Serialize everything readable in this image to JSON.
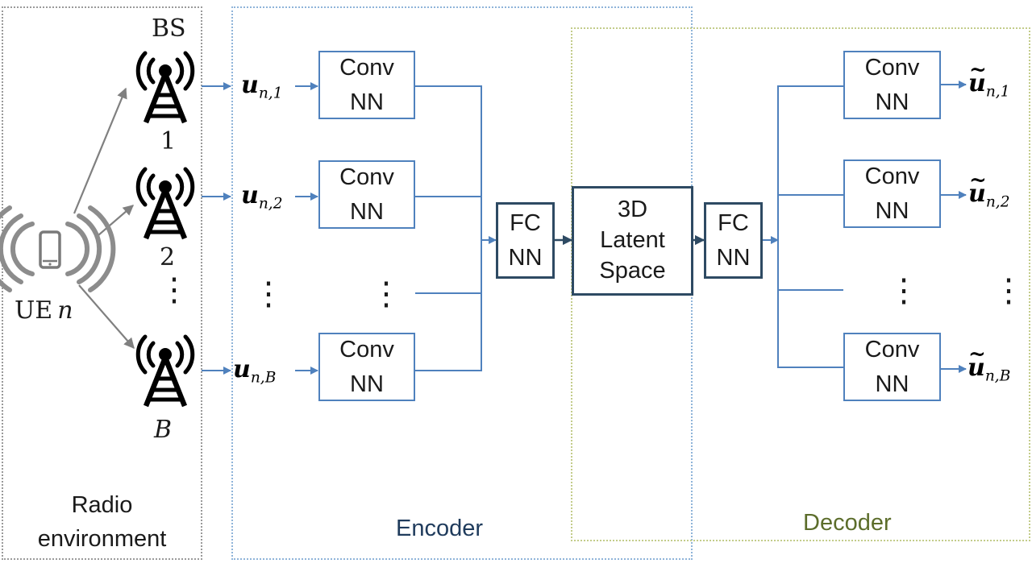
{
  "colors": {
    "line": "#4f81bd",
    "dark_border": "#2e4a63",
    "encoder_region": "#8fb4d9",
    "decoder_region": "#c3cc8a",
    "radio_region": "#9a9a9a",
    "encoder_label": "#1f3b5c",
    "decoder_label": "#5c6d2b",
    "ue_arrow": "#808080"
  },
  "radio": {
    "bs_label": "BS",
    "ue_label": "UE",
    "ue_index": "n",
    "stations": [
      "1",
      "2",
      "B"
    ],
    "dots": "⋮",
    "region_label_line1": "Radio",
    "region_label_line2": "environment"
  },
  "encoder": {
    "label": "Encoder",
    "conv_line1": "Conv",
    "conv_line2": "NN",
    "fc_line1": "FC",
    "fc_line2": "NN",
    "inputs": [
      {
        "base": "u",
        "sub": "n,1"
      },
      {
        "base": "u",
        "sub": "n,2"
      },
      {
        "base": "u",
        "sub": "n,B"
      }
    ],
    "dots": "⋮"
  },
  "latent": {
    "line1": "3D",
    "line2": "Latent",
    "line3": "Space"
  },
  "decoder": {
    "label": "Decoder",
    "conv_line1": "Conv",
    "conv_line2": "NN",
    "fc_line1": "FC",
    "fc_line2": "NN",
    "outputs": [
      {
        "base": "u",
        "sub": "n,1"
      },
      {
        "base": "u",
        "sub": "n,2"
      },
      {
        "base": "u",
        "sub": "n,B"
      }
    ],
    "dots": "⋮"
  }
}
